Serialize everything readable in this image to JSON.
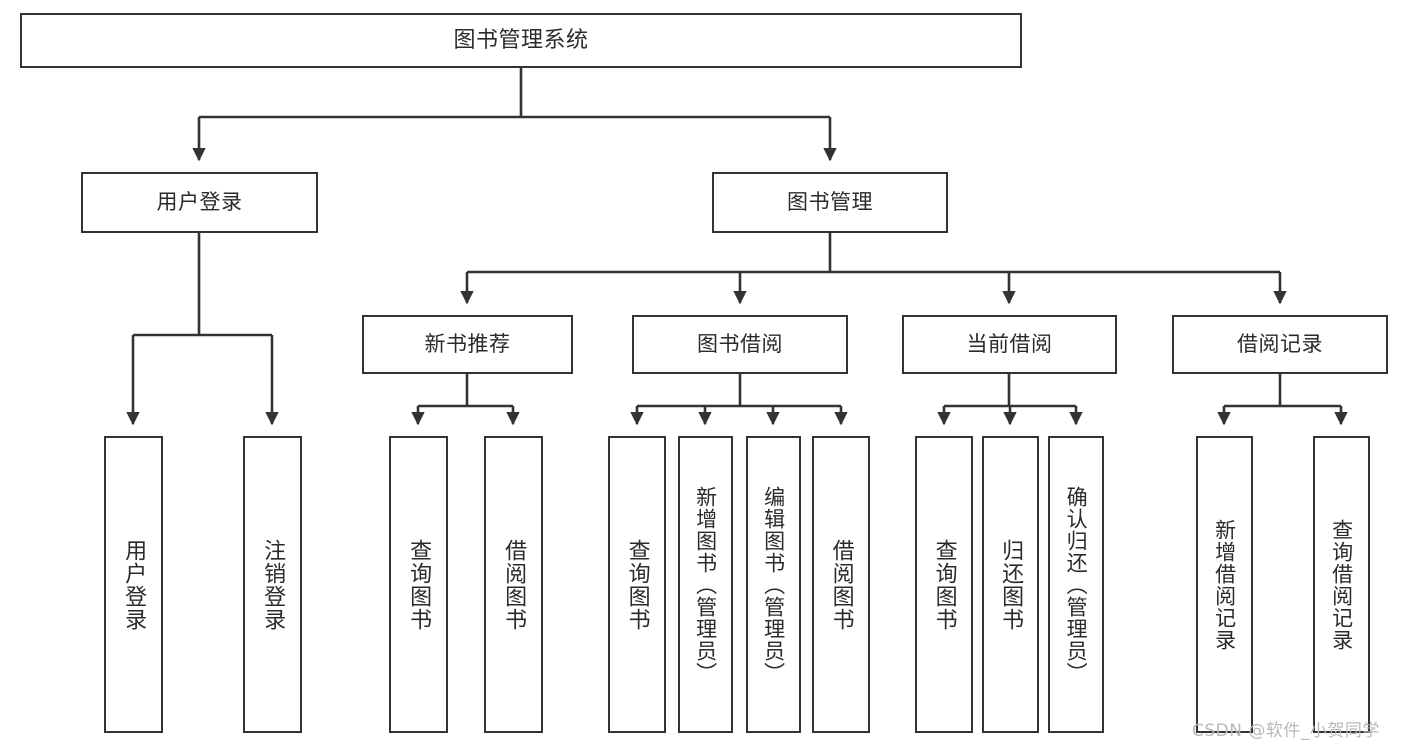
{
  "diagram": {
    "title": "图书管理系统",
    "type": "hierarchy-tree",
    "watermark": "CSDN @软件_小贺同学",
    "colors": {
      "stroke": "#333333",
      "text": "#2b2b2b",
      "background": "#ffffff",
      "watermark": "#b9b9b9"
    },
    "levels": {
      "root": {
        "label": "图书管理系统"
      },
      "level2": [
        {
          "label": "用户登录"
        },
        {
          "label": "图书管理"
        }
      ],
      "level3": [
        {
          "label": "新书推荐"
        },
        {
          "label": "图书借阅"
        },
        {
          "label": "当前借阅"
        },
        {
          "label": "借阅记录"
        }
      ],
      "leaves": {
        "user_login": [
          {
            "label": "用户登录"
          },
          {
            "label": "注销登录"
          }
        ],
        "new_book": [
          {
            "label": "查询图书"
          },
          {
            "label": "借阅图书"
          }
        ],
        "borrow_book": [
          {
            "label": "查询图书"
          },
          {
            "label": "新增图书（管理员）"
          },
          {
            "label": "编辑图书（管理员）"
          },
          {
            "label": "借阅图书"
          }
        ],
        "current_borrow": [
          {
            "label": "查询图书"
          },
          {
            "label": "归还图书"
          },
          {
            "label": "确认归还（管理员）"
          }
        ],
        "borrow_record": [
          {
            "label": "新增借阅记录"
          },
          {
            "label": "查询借阅记录"
          }
        ]
      }
    }
  }
}
